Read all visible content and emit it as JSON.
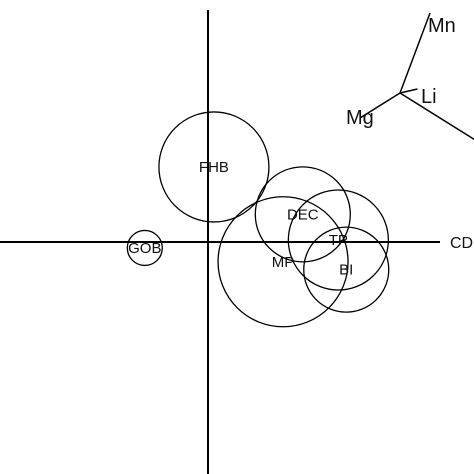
{
  "chart_data": {
    "type": "scatter",
    "title": "",
    "xlabel": "CD",
    "ylabel": "",
    "grid": false,
    "groups": [
      {
        "label": "FHB",
        "x": 0.15,
        "y": 1.9,
        "size": 1.1
      },
      {
        "label": "DEC",
        "x": 2.4,
        "y": 0.7,
        "size": 0.95
      },
      {
        "label": "TP",
        "x": 3.3,
        "y": 0.05,
        "size": 1.0
      },
      {
        "label": "MP",
        "x": 1.9,
        "y": -0.5,
        "size": 1.3
      },
      {
        "label": "BI",
        "x": 3.5,
        "y": -0.7,
        "size": 0.85
      },
      {
        "label": "GOB",
        "x": -1.6,
        "y": -0.15,
        "size": 0.35
      }
    ],
    "vectors": [
      {
        "label": "Mn",
        "x": 0.6,
        "y": 1.6
      },
      {
        "label": "Li",
        "x": 0.35,
        "y": 0.08
      },
      {
        "label": "Mg",
        "x": -0.8,
        "y": -0.5
      },
      {
        "label": "",
        "x": 1.6,
        "y": -1.0
      }
    ]
  }
}
